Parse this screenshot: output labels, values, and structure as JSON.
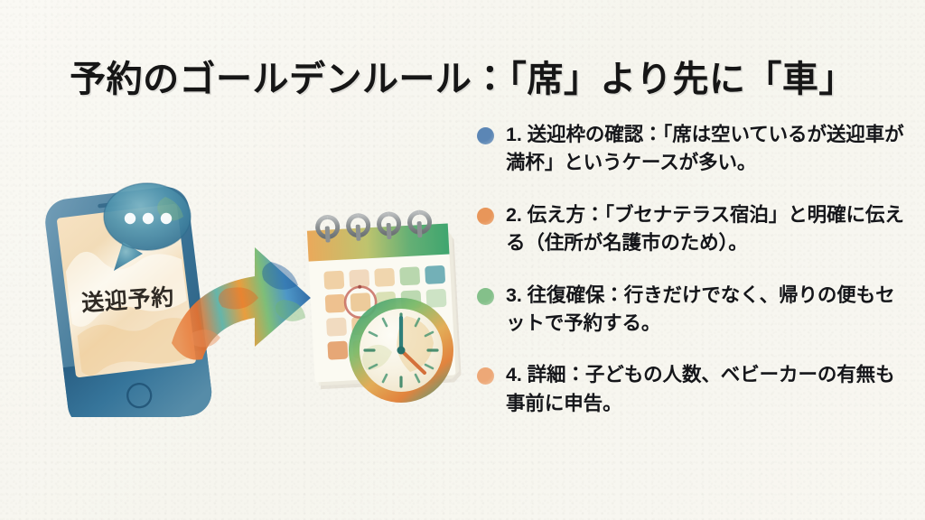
{
  "slide": {
    "title": "予約のゴールデンルール：「席」より先に「車」",
    "background_color": "#f8f7f2",
    "title_color": "#161616"
  },
  "illustration": {
    "name": "watercolor-booking-illustration",
    "phone": {
      "screen_label": "送迎予約",
      "body_color": "#3f7296",
      "screen_color": "#f5dcb4",
      "home_button": "home-button"
    },
    "chat_bubble": {
      "name": "chat-bubble-icon",
      "color": "#4f8fab",
      "dots": 3
    },
    "arrow": {
      "name": "right-arrow-icon",
      "colors": [
        "#2f79b5",
        "#4fb3a8",
        "#e8822f",
        "#6fb56a"
      ]
    },
    "calendar": {
      "name": "calendar-icon",
      "header_colors": [
        "#e8a24e",
        "#8cbf62",
        "#2f9e63"
      ],
      "ring_count": 4,
      "highlight_color": "#c4685c",
      "cell_colors": [
        "#edceac",
        "#e8b878",
        "#d9e0b4",
        "#9dc892",
        "#3f93a0",
        "#e08f53"
      ]
    },
    "clock": {
      "name": "clock-icon",
      "rim_colors": [
        "#3a9e7a",
        "#8cbf62",
        "#e8a24e",
        "#e0702f"
      ],
      "hour_hand_color": "#d4703a",
      "minute_hand_color": "#2f7f7a",
      "time_display": "12:20"
    }
  },
  "bullets": {
    "items": [
      {
        "number": "1.",
        "dot_color": "#5b86b5",
        "dot_name": "bullet-dot-blue",
        "text": "1. 送迎枠の確認：「席は空いているが送迎車が満杯」というケースが多い。"
      },
      {
        "number": "2.",
        "dot_color": "#e8965a",
        "dot_name": "bullet-dot-orange",
        "text": "2. 伝え方：「ブセナテラス宿泊」と明確に伝える（住所が名護市のため）。"
      },
      {
        "number": "3.",
        "dot_color": "#84c08a",
        "dot_name": "bullet-dot-green",
        "text": "3. 往復確保：行きだけでなく、帰りの便もセットで予約する。"
      },
      {
        "number": "4.",
        "dot_color": "#eda877",
        "dot_name": "bullet-dot-peach",
        "text": "4. 詳細：子どもの人数、ベビーカーの有無も事前に申告。"
      }
    ]
  }
}
